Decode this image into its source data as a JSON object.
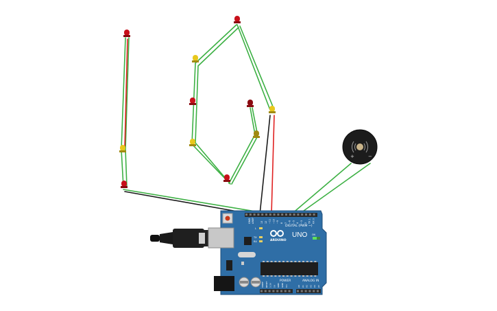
{
  "circuit": {
    "board": {
      "model_label": "UNO",
      "brand_label": "ARDUINO",
      "digital_header_label": "DIGITAL (PWM ~)",
      "power_header_label": "POWER",
      "analog_header_label": "ANALOG IN",
      "reset_label": "RESET",
      "aref_label": "AREF",
      "gnd_label": "GND",
      "tx_label": "TX",
      "rx_label": "RX",
      "l_label": "L",
      "on_label": "ON",
      "digital_pin_labels": [
        "13",
        "12",
        "~11",
        "~10",
        "~9",
        "8",
        "7",
        "~6",
        "~5",
        "4",
        "~3",
        "2",
        "TX 1",
        "RX 0"
      ],
      "power_pin_labels": [
        "IOREF",
        "RESET",
        "3.3V",
        "5V",
        "GND",
        "GND",
        "Vin"
      ],
      "analog_pin_labels": [
        "A0",
        "A1",
        "A2",
        "A3",
        "A4",
        "A5"
      ],
      "colors": {
        "pcb": "#2f6ea6",
        "header": "#2a2a2a",
        "chip": "#1e1e1e"
      }
    },
    "buzzer": {
      "plus_label": "+",
      "minus_label": "−",
      "icon": "sound-wave-icon"
    },
    "leds": [
      {
        "id": "led-1",
        "color": "red"
      },
      {
        "id": "led-2",
        "color": "yellow"
      },
      {
        "id": "led-3",
        "color": "red"
      },
      {
        "id": "led-4",
        "color": "yellow"
      },
      {
        "id": "led-5",
        "color": "red"
      },
      {
        "id": "led-6",
        "color": "yellow"
      },
      {
        "id": "led-7",
        "color": "red"
      },
      {
        "id": "led-8",
        "color": "red"
      },
      {
        "id": "led-9",
        "color": "yellow"
      },
      {
        "id": "led-10",
        "color": "yellow"
      }
    ],
    "wire_colors": {
      "green": "#3cb043",
      "red": "#e02020",
      "black": "#1a1a1a"
    },
    "led_colors": {
      "red": {
        "body": "#c8101a",
        "dark": "#8a0a10"
      },
      "yellow": {
        "body": "#e8c81c",
        "dark": "#a08a10"
      }
    }
  }
}
